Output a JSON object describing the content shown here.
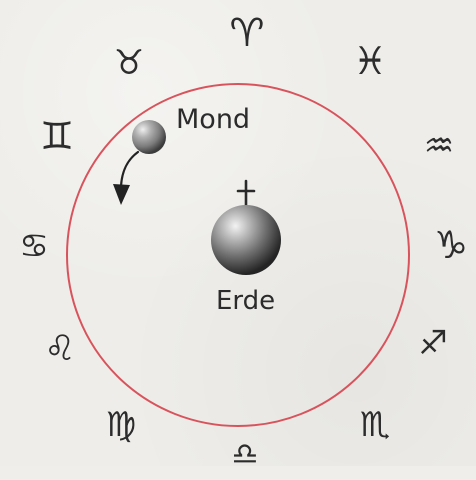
{
  "labels": {
    "moon": "Mond",
    "earth": "Erde"
  },
  "zodiac": [
    {
      "name": "aries",
      "glyph": "♈︎"
    },
    {
      "name": "pisces",
      "glyph": "♓︎"
    },
    {
      "name": "aquarius",
      "glyph": "♒︎"
    },
    {
      "name": "capricorn",
      "glyph": "♑︎"
    },
    {
      "name": "sagittarius",
      "glyph": "♐︎"
    },
    {
      "name": "scorpio",
      "glyph": "♏︎"
    },
    {
      "name": "libra",
      "glyph": "♎︎"
    },
    {
      "name": "virgo",
      "glyph": "♍︎"
    },
    {
      "name": "leo",
      "glyph": "♌︎"
    },
    {
      "name": "cancer",
      "glyph": "♋︎"
    },
    {
      "name": "gemini",
      "glyph": "♊︎"
    },
    {
      "name": "taurus",
      "glyph": "♉︎"
    }
  ],
  "colors": {
    "orbit": "#d8535c",
    "text": "#2b2b2b",
    "background": "#eeede9"
  },
  "icons": {
    "moon": "moon-sphere-icon",
    "earth": "earth-sphere-icon",
    "earth_marker": "cross-marker-icon",
    "motion": "curved-arrow-icon"
  }
}
